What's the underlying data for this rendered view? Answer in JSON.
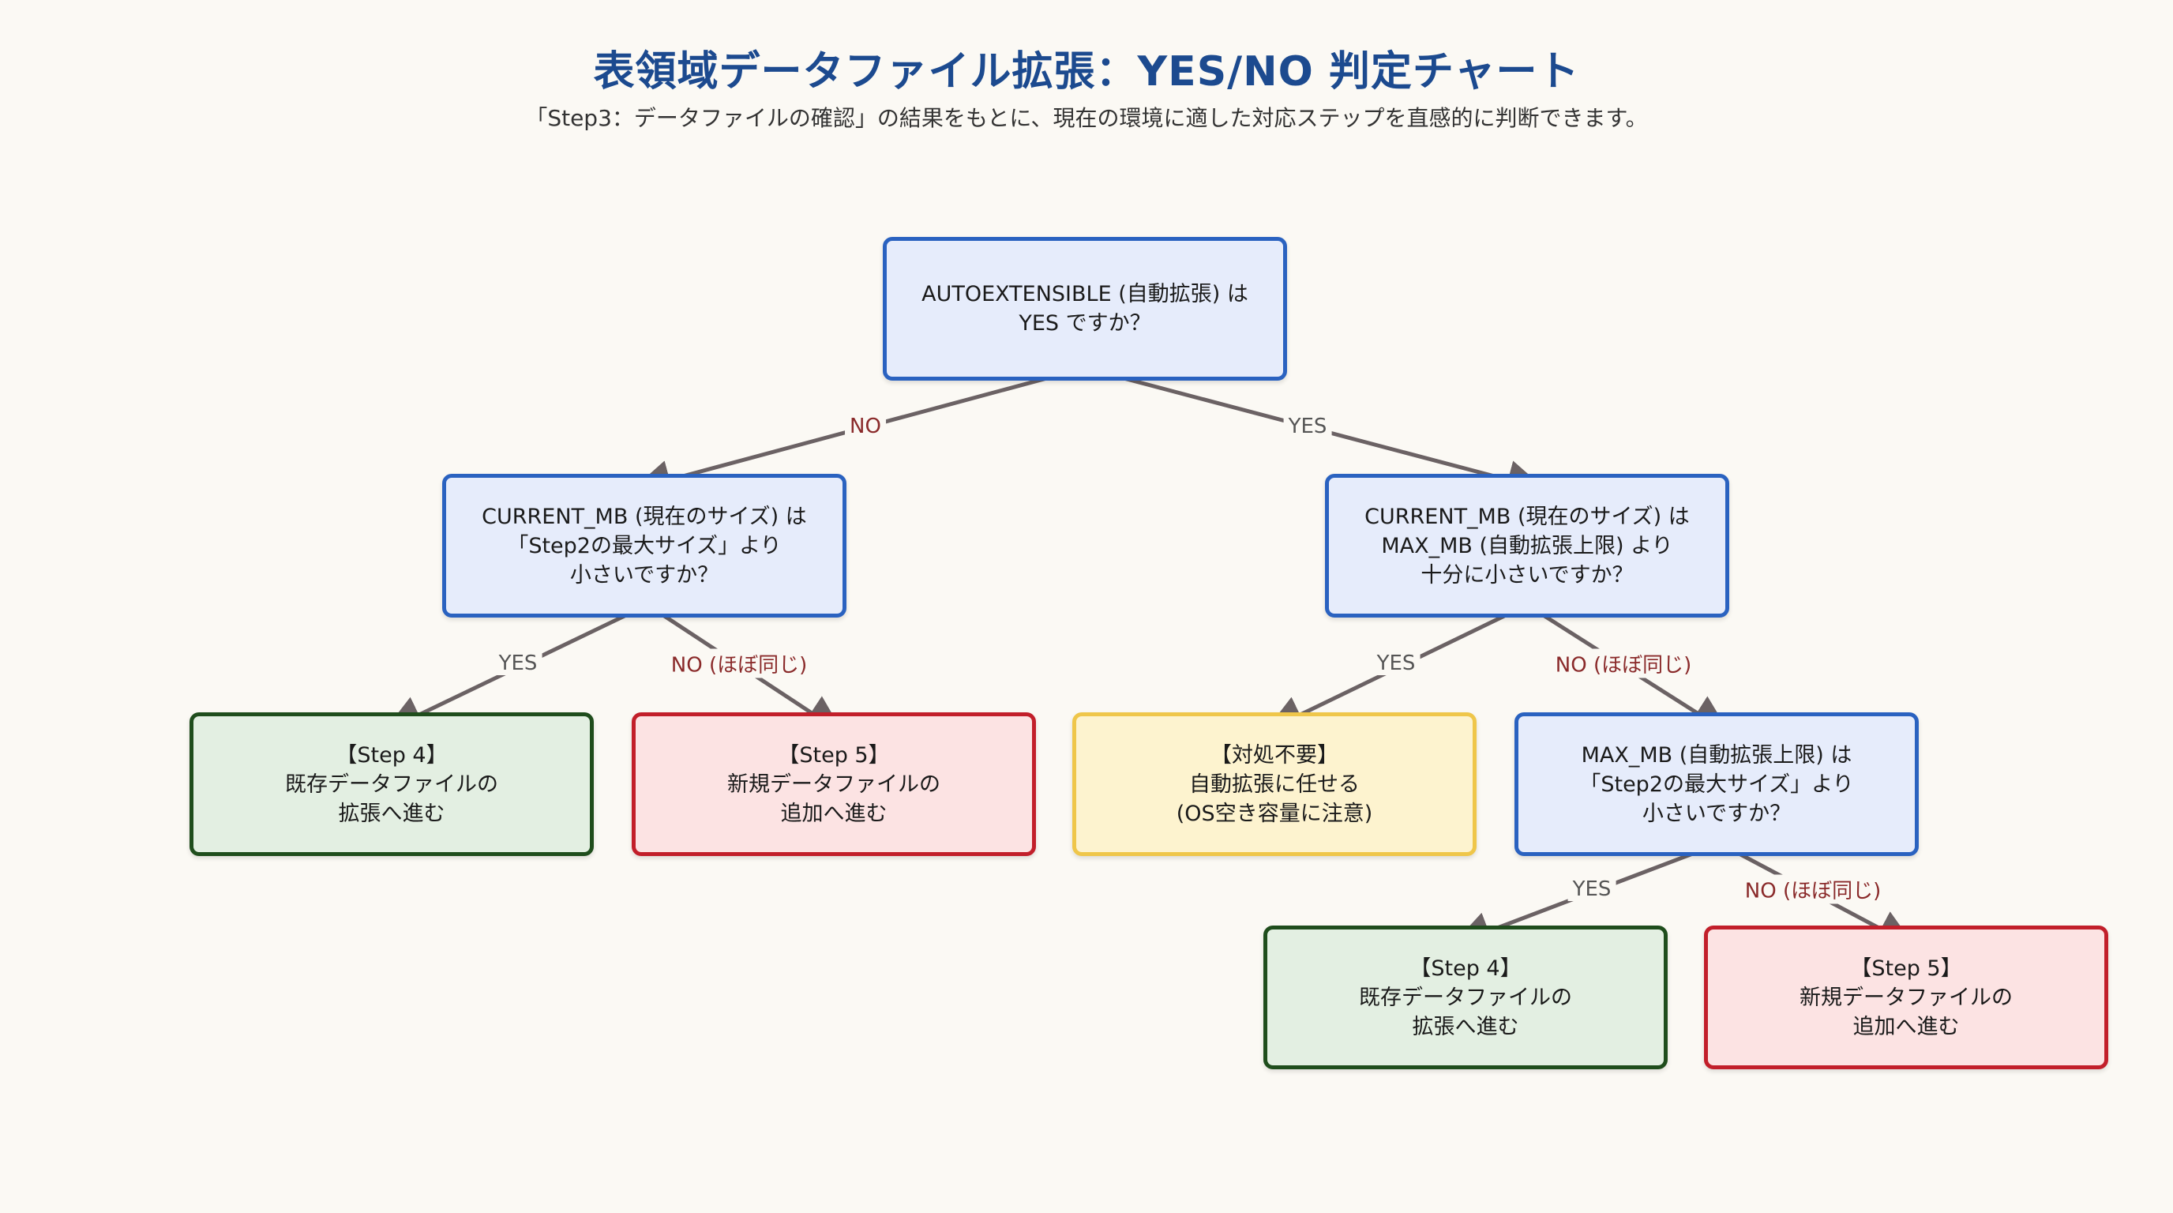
{
  "title": "表領域データファイル拡張：YES/NO 判定チャート",
  "subtitle": "「Step3：データファイルの確認」の結果をもとに、現在の環境に適した対応ステップを直感的に判断できます。",
  "nodes": {
    "root": "AUTOEXTENSIBLE (自動拡張) は\nYES ですか？",
    "q_left": "CURRENT_MB (現在のサイズ) は\n「Step2の最大サイズ」より\n小さいですか？",
    "q_right": "CURRENT_MB (現在のサイズ) は\nMAX_MB (自動拡張上限) より\n十分に小さいですか？",
    "left_yes": "【Step 4】\n既存データファイルの\n拡張へ進む",
    "left_no": "【Step 5】\n新規データファイルの\n追加へ進む",
    "right_yes": "【対処不要】\n自動拡張に任せる\n(OS空き容量に注意)",
    "q_max": "MAX_MB (自動拡張上限) は\n「Step2の最大サイズ」より\n小さいですか？",
    "max_yes": "【Step 4】\n既存データファイルの\n拡張へ進む",
    "max_no": "【Step 5】\n新規データファイルの\n追加へ進む"
  },
  "edge_labels": {
    "root_no": "NO",
    "root_yes": "YES",
    "left_yes": "YES",
    "left_no": "NO (ほぼ同じ)",
    "right_yes": "YES",
    "right_no": "NO (ほぼ同じ)",
    "max_yes": "YES",
    "max_no": "NO (ほぼ同じ)"
  },
  "colors": {
    "question": "#2a62c0",
    "step4": "#1f4d1c",
    "step5": "#c21f2a",
    "no_action": "#efc64a",
    "connector": "#6b6264"
  }
}
